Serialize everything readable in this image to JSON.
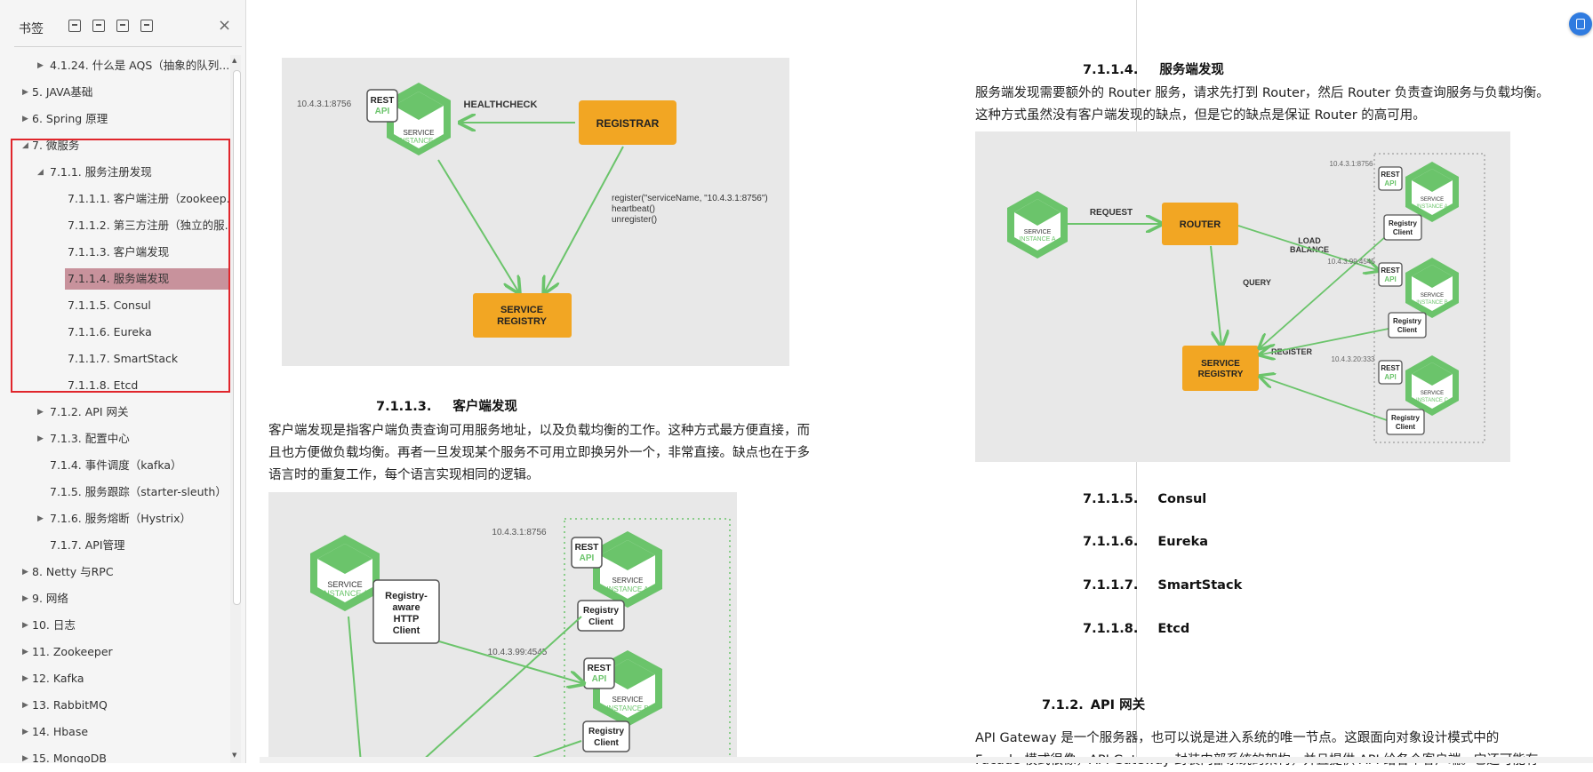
{
  "sidebar": {
    "title": "书签",
    "tools": [
      "expand-all-icon",
      "collapse-all-icon",
      "add-bookmark-icon",
      "bookmark-settings-icon"
    ],
    "close_icon": "×",
    "items": [
      {
        "label": "4.1.24. 什么是 AQS（抽象的队列...",
        "level": 2,
        "arrow": "collapsed"
      },
      {
        "label": "5. JAVA基础",
        "level": 0,
        "arrow": "collapsed"
      },
      {
        "label": "6. Spring 原理",
        "level": 0,
        "arrow": "collapsed"
      },
      {
        "label": "7.   微服务",
        "level": 0,
        "arrow": "expanded"
      },
      {
        "label": "7.1.1. 服务注册发现",
        "level": 1,
        "arrow": "expanded"
      },
      {
        "label": "7.1.1.1. 客户端注册（zookeep...",
        "level": 2,
        "arrow": "none"
      },
      {
        "label": "7.1.1.2. 第三方注册（独立的服...",
        "level": 2,
        "arrow": "none"
      },
      {
        "label": "7.1.1.3. 客户端发现",
        "level": 2,
        "arrow": "none"
      },
      {
        "label": "7.1.1.4. 服务端发现",
        "level": 2,
        "arrow": "none",
        "selected": true
      },
      {
        "label": "7.1.1.5. Consul",
        "level": 2,
        "arrow": "none"
      },
      {
        "label": "7.1.1.6. Eureka",
        "level": 2,
        "arrow": "none"
      },
      {
        "label": "7.1.1.7. SmartStack",
        "level": 2,
        "arrow": "none"
      },
      {
        "label": "7.1.1.8. Etcd",
        "level": 2,
        "arrow": "none"
      },
      {
        "label": "7.1.2. API 网关",
        "level": 1,
        "arrow": "collapsed"
      },
      {
        "label": "7.1.3. 配置中心",
        "level": 1,
        "arrow": "collapsed"
      },
      {
        "label": "7.1.4. 事件调度（kafka）",
        "level": 1,
        "arrow": "none"
      },
      {
        "label": "7.1.5. 服务跟踪（starter-sleuth）",
        "level": 1,
        "arrow": "none"
      },
      {
        "label": "7.1.6. 服务熔断（Hystrix）",
        "level": 1,
        "arrow": "collapsed"
      },
      {
        "label": "7.1.7. API管理",
        "level": 1,
        "arrow": "none"
      },
      {
        "label": "8. Netty 与RPC",
        "level": 0,
        "arrow": "collapsed"
      },
      {
        "label": "9. 网络",
        "level": 0,
        "arrow": "collapsed"
      },
      {
        "label": "10. 日志",
        "level": 0,
        "arrow": "collapsed"
      },
      {
        "label": "11. Zookeeper",
        "level": 0,
        "arrow": "collapsed"
      },
      {
        "label": "12. Kafka",
        "level": 0,
        "arrow": "collapsed"
      },
      {
        "label": "13. RabbitMQ",
        "level": 0,
        "arrow": "collapsed"
      },
      {
        "label": "14. Hbase",
        "level": 0,
        "arrow": "collapsed"
      },
      {
        "label": "15. MongoDB",
        "level": 0,
        "arrow": "collapsed"
      }
    ]
  },
  "left_page": {
    "fig1": {
      "ip": "10.4.3.1:8756",
      "rest": "REST",
      "api": "API",
      "service": "SERVICE",
      "instance": "INSTANCE A",
      "healthcheck": "HEALTHCHECK",
      "registrar": "REGISTRAR",
      "calls": [
        "register(\"serviceName, \"10.4.3.1:8756\")",
        "heartbeat()",
        "unregister()"
      ],
      "registry": [
        "SERVICE",
        "REGISTRY"
      ]
    },
    "heading": {
      "num": "7.1.1.3.",
      "title": "客户端发现"
    },
    "para": [
      "客户端发现是指客户端负责查询可用服务地址，以及负载均衡的工作。这种方式最方便直接，而",
      "且也方便做负载均衡。再者一旦发现某个服务不可用立即换另外一个，非常直接。缺点也在于多",
      "语言时的重复工作，每个语言实现相同的逻辑。"
    ],
    "fig2": {
      "service": "SERVICE",
      "instance_a": "INSTANCE A",
      "instance_b": "INSTANCE B",
      "registry_aware": [
        "Registry-",
        "aware",
        "HTTP",
        "Client"
      ],
      "ip_a": "10.4.3.1:8756",
      "ip_b": "10.4.3.99:4545",
      "rest": "REST",
      "api": "API",
      "registry_client": [
        "Registry",
        "Client"
      ]
    }
  },
  "right_page": {
    "heading": {
      "num": "7.1.1.4.",
      "title": "服务端发现"
    },
    "para": [
      "服务端发现需要额外的 Router 服务，请求先打到 Router，然后 Router 负责查询服务与负载均衡。",
      "这种方式虽然没有客户端发现的缺点，但是它的缺点是保证 Router 的高可用。"
    ],
    "fig3": {
      "request": "REQUEST",
      "router": "ROUTER",
      "load_balance": [
        "LOAD",
        "BALANCE"
      ],
      "query": "QUERY",
      "register": "REGISTER",
      "registry": [
        "SERVICE",
        "REGISTRY"
      ],
      "service": "SERVICE",
      "instance_a": "INSTANCE A",
      "instance_b": "INSTANCE B",
      "instance_c": "INSTANCE C",
      "ips": [
        "10.4.3.1:8756",
        "10.4.3.99:4545",
        "10.4.3.20:333"
      ],
      "rest": "REST",
      "api": "API",
      "registry_client": [
        "Registry",
        "Client"
      ]
    },
    "sections": [
      {
        "num": "7.1.1.5.",
        "title": "Consul"
      },
      {
        "num": "7.1.1.6.",
        "title": "Eureka"
      },
      {
        "num": "7.1.1.7.",
        "title": "SmartStack"
      },
      {
        "num": "7.1.1.8.",
        "title": "Etcd"
      }
    ],
    "api_heading": {
      "num": "7.1.2.",
      "title": "API 网关"
    },
    "api_para": "API Gateway 是一个服务器，也可以说是进入系统的唯一节点。这跟面向对象设计模式中的",
    "api_para2": "Facade 模式很像，API Gateway 封装内部系统的架构，并且提供 API 给各个客户端。它还可能有"
  },
  "colors": {
    "green": "#6bc46b",
    "green_light": "#8fd48f",
    "orange": "#f2a623",
    "selected": "#c8929c",
    "red_box": "#e0262c",
    "accent": "#2f7be0"
  }
}
